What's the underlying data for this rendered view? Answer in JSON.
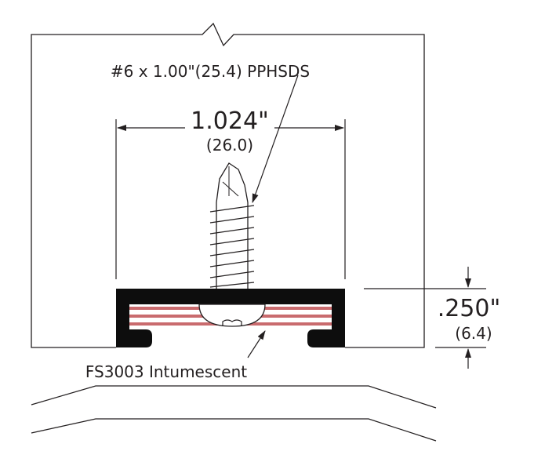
{
  "labels": {
    "screw_spec": "#6 x 1.00\"(25.4) PPHSDS",
    "width_in": "1.024\"",
    "width_mm": "(26.0)",
    "height_in": ".250\"",
    "height_mm": "(6.4)",
    "material": "FS3003 Intumescent"
  },
  "colors": {
    "line": "#231f20",
    "channel": "#0d0d0d",
    "intumescent_stripe": "#c96b6e"
  }
}
